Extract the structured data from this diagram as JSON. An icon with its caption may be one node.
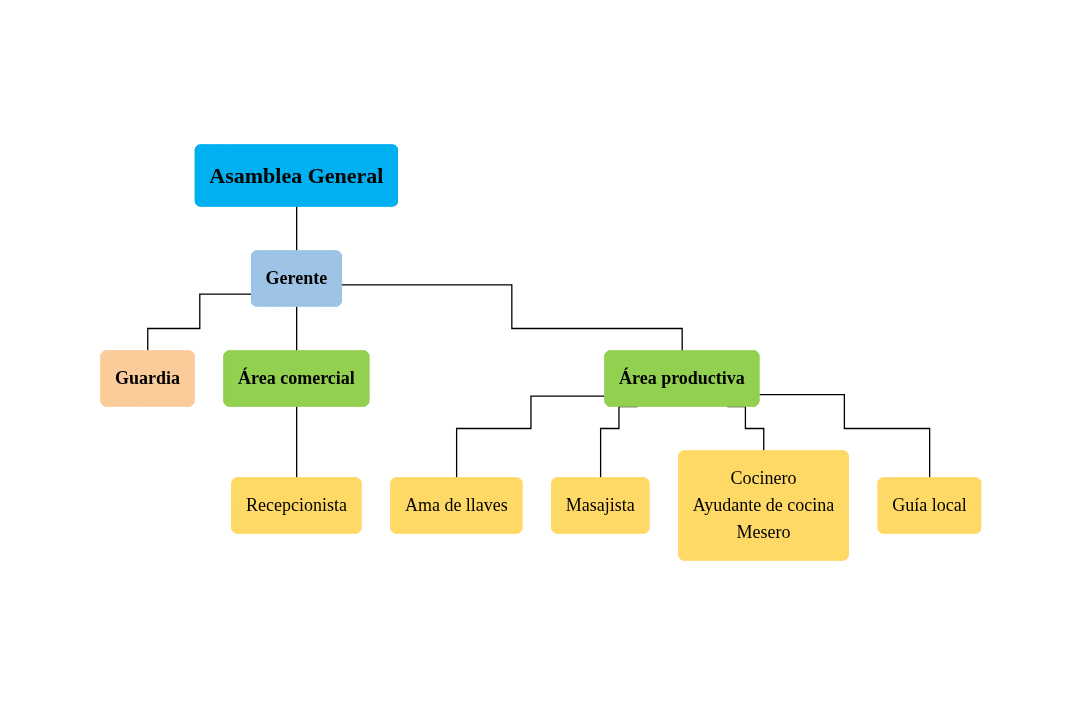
{
  "diagram": {
    "nodes": [
      {
        "text": [
          "Asamblea General"
        ]
      },
      {
        "text": [
          "Gerente"
        ]
      },
      {
        "text": [
          "Guardia"
        ]
      },
      {
        "text": [
          "Área comercial"
        ]
      },
      {
        "text": [
          "Área productiva"
        ]
      },
      {
        "text": [
          "Recepcionista"
        ]
      },
      {
        "text": [
          "Ama de llaves"
        ]
      },
      {
        "text": [
          "Masajista"
        ]
      },
      {
        "text": [
          "Cocinero",
          "Ayudante de cocina",
          "Mesero"
        ]
      },
      {
        "text": [
          "Guía local"
        ]
      }
    ],
    "edges": [
      {
        "from": 0,
        "to": 1,
        "arrow": "none"
      },
      {
        "from": 1,
        "to": 2,
        "arrow": "none"
      },
      {
        "from": 1,
        "to": 3,
        "arrow": "none"
      },
      {
        "from": 1,
        "to": 4,
        "arrow": "none"
      },
      {
        "from": 3,
        "to": 5,
        "arrow": "none"
      },
      {
        "from": 4,
        "to": 6,
        "arrow": "none"
      },
      {
        "from": 4,
        "to": 7,
        "arrow": "none"
      },
      {
        "from": 4,
        "to": 8,
        "arrow": "none"
      },
      {
        "from": 4,
        "to": 9,
        "arrow": "none"
      }
    ]
  }
}
